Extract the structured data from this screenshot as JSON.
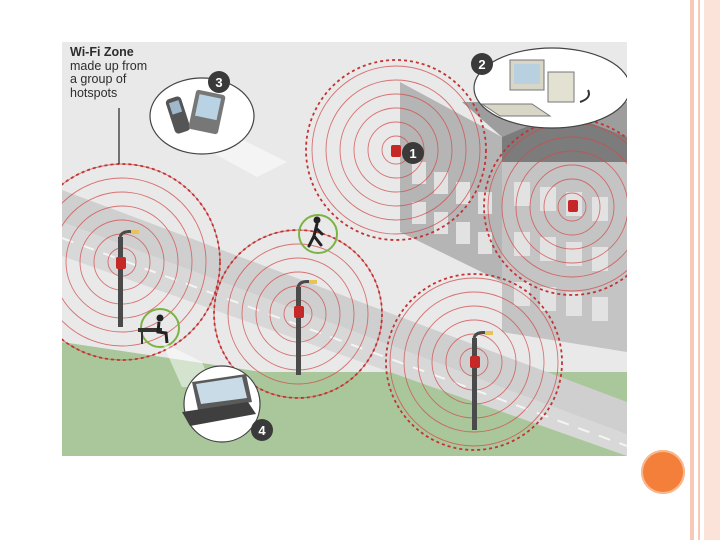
{
  "caption": {
    "heading": "Wi-Fi Zone",
    "line1": "made up from",
    "line2": "a group of",
    "line3": "hotspots"
  },
  "callouts": [
    "1",
    "2",
    "3",
    "4"
  ],
  "icons": [
    "router-icon",
    "desktop-computer-icon",
    "mobile-devices-icon",
    "laptop-icon",
    "pedestrian-icon",
    "person-on-bench-icon",
    "street-lamp-icon"
  ],
  "colors": {
    "signal": "#d24a4a",
    "router": "#c62828",
    "badge": "#3a3a3a",
    "highlight": "#7cb342",
    "accent": "#f47f3a"
  }
}
